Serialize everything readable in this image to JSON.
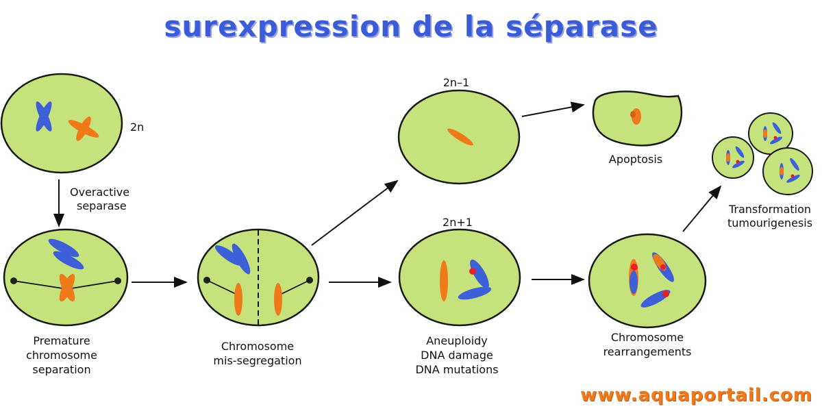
{
  "title": "surexpression de la séparase",
  "labels": {
    "ploidy_2n": "2n",
    "overactive_1": "Overactive",
    "overactive_2": "separase",
    "premature_1": "Premature",
    "premature_2": "chromosome",
    "premature_3": "separation",
    "misseg_1": "Chromosome",
    "misseg_2": "mis-segregation",
    "ploidy_2n_minus_1": "2n–1",
    "ploidy_2n_plus_1": "2n+1",
    "apoptosis": "Apoptosis",
    "aneuploidy_1": "Aneuploidy",
    "aneuploidy_2": "DNA damage",
    "aneuploidy_3": "DNA mutations",
    "rearr_1": "Chromosome",
    "rearr_2": "rearrangements",
    "transform_1": "Transformation",
    "transform_2": "tumourigenesis"
  },
  "watermark": "www.aquaportail.com",
  "colors": {
    "cell_fill": "#c5e27c",
    "cell_stroke": "#1a1a1a",
    "chromosome_blue": "#3d5fd8",
    "chromosome_orange": "#f07a1a",
    "damage_red": "#e8202a",
    "title_blue": "#3b5bd9"
  }
}
